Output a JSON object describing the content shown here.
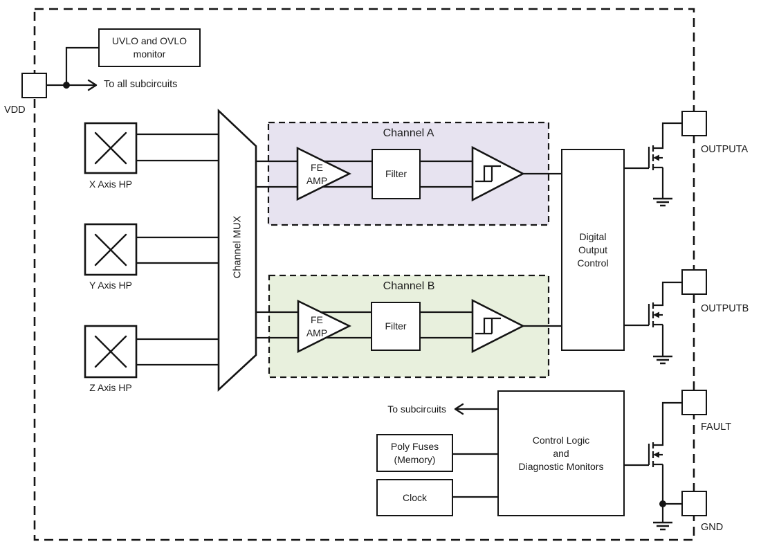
{
  "colors": {
    "line": "#141414",
    "channel_a_fill": "#e7e3f0",
    "channel_b_fill": "#e8f0dd",
    "background": "#ffffff"
  },
  "power": {
    "pad_label": "VDD",
    "monitor_line1": "UVLO and OVLO",
    "monitor_line2": "monitor",
    "distribution_label": "To all subcircuits"
  },
  "sensors": {
    "x_label": "X Axis HP",
    "y_label": "Y Axis HP",
    "z_label": "Z Axis HP"
  },
  "mux_label": "Channel MUX",
  "channel_a": {
    "title": "Channel A",
    "amp_line1": "FE",
    "amp_line2": "AMP",
    "filter_label": "Filter"
  },
  "channel_b": {
    "title": "Channel B",
    "amp_line1": "FE",
    "amp_line2": "AMP",
    "filter_label": "Filter"
  },
  "output_control": {
    "line1": "Digital",
    "line2": "Output",
    "line3": "Control"
  },
  "control_logic": {
    "line1": "Control Logic",
    "line2": "and",
    "line3": "Diagnostic Monitors",
    "distribution_label": "To subcircuits"
  },
  "memory": {
    "line1": "Poly Fuses",
    "line2": "(Memory)"
  },
  "clock_label": "Clock",
  "pads": {
    "outputa": "OUTPUTA",
    "outputb": "OUTPUTB",
    "fault": "FAULT",
    "gnd": "GND"
  }
}
